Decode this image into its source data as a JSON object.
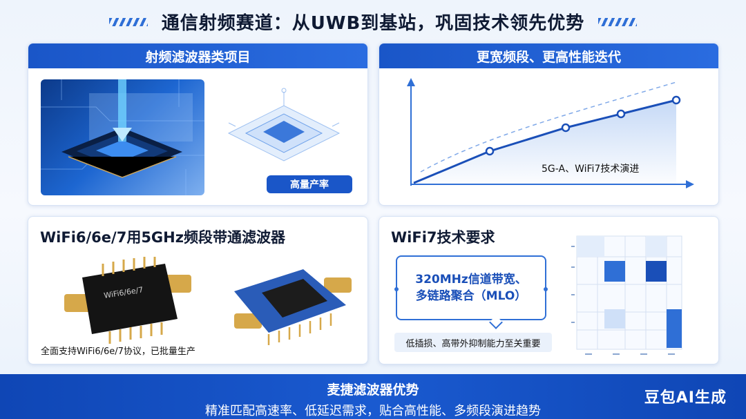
{
  "title": "通信射频赛道：从UWB到基站，巩固技术领先优势",
  "panel1": {
    "header": "射频滤波器类项目",
    "badge": "高量产率"
  },
  "panel2": {
    "header": "更宽频段、更高性能迭代",
    "chart_label": "5G-A、WiFi7技术演进"
  },
  "panel3": {
    "title": "WiFi6/6e/7用5GHz频段带通滤波器",
    "caption": "全面支持WiFi6/6e/7协议，已批量生产",
    "chip_text_1": "WiFi6/6e/7"
  },
  "panel4": {
    "title": "WiFi7技术要求",
    "callout_line1": "320MHz信道带宽、",
    "callout_line2": "多链路聚合（MLO）",
    "requirement": "低插损、高带外抑制能力至关重要"
  },
  "footer": {
    "line1": "麦捷滤波器优势",
    "line2": "精准匹配高速率、低延迟需求，贴合高性能、多频段演进趋势",
    "brand": "豆包AI生成"
  },
  "colors": {
    "accent": "#1a56c8",
    "panel_header": "#2a6ce0",
    "footer": "#0f46b5",
    "title_text": "#0f1a33"
  }
}
